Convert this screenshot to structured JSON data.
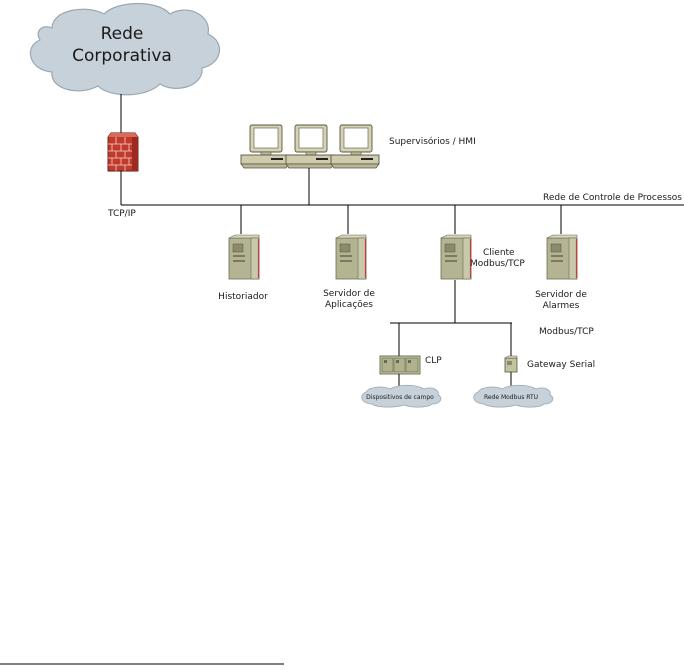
{
  "diagram": {
    "corporate_network": {
      "line1": "Rede",
      "line2": "Corporativa"
    },
    "tcp_ip": "TCP/IP",
    "process_control_network": "Rede de Controle de Processos",
    "hmi": "Supervisórios / HMI",
    "historian": "Historiador",
    "app_server": {
      "line1": "Servidor de",
      "line2": "Aplicações"
    },
    "modbus_client": {
      "line1": "Cliente",
      "line2": "Modbus/TCP"
    },
    "alarm_server": {
      "line1": "Servidor de",
      "line2": "Alarmes"
    },
    "modbus_tcp": "Modbus/TCP",
    "clp": "CLP",
    "gateway": "Gateway Serial",
    "field_devices": "Dispositivos de campo",
    "rtu_network": "Rede Modbus RTU"
  },
  "colors": {
    "cloud_fill": "#c7d1d9",
    "cloud_stroke": "#9aa7b1",
    "firewall_red": "#c23a2b",
    "server_body": "#b4b493",
    "monitor_body": "#d6d3b5"
  },
  "icons": [
    "cloud-icon",
    "firewall-icon",
    "monitor-icon",
    "server-icon",
    "plc-icon",
    "gateway-icon"
  ]
}
